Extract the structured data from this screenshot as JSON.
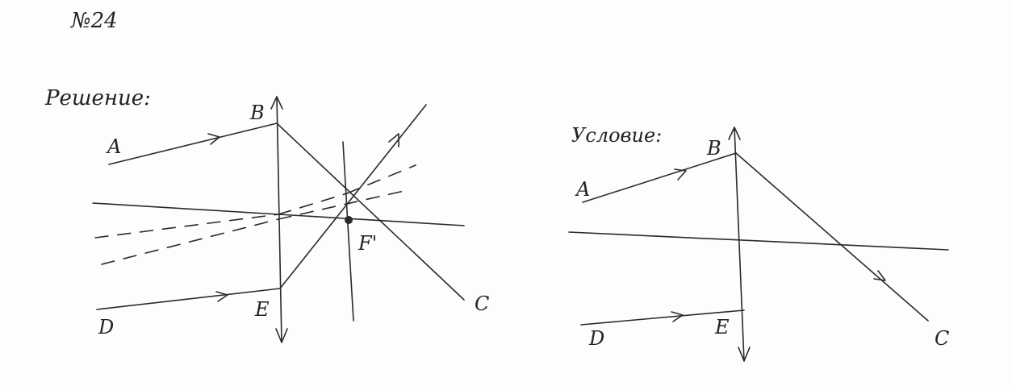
{
  "header": {
    "problem_number": "№24"
  },
  "solution": {
    "title": "Решение:",
    "labels": {
      "A": "A",
      "B": "B",
      "C": "C",
      "D": "D",
      "E": "E",
      "F": "F'"
    }
  },
  "condition": {
    "title": "Условие:",
    "labels": {
      "A": "A",
      "B": "B",
      "C": "C",
      "D": "D",
      "E": "E"
    }
  },
  "colors": {
    "ink": "#2a2a2a",
    "paper": "#fdfdfd"
  }
}
